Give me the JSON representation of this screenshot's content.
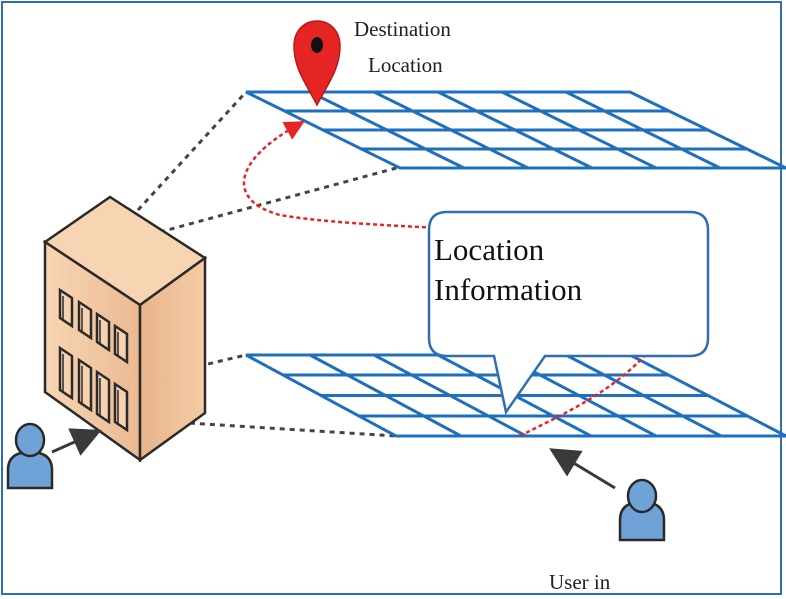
{
  "labels": {
    "destination_line1": "Destination",
    "destination_line2": "Location",
    "callout_line1": "Location",
    "callout_line2": "Information",
    "user_label": "User in"
  },
  "colors": {
    "grid": "#1f6fbf",
    "frame": "#2f6fb1",
    "pin": "#e52524",
    "path": "#e52524",
    "building": "#f3caa0",
    "person": "#6fa3d8",
    "callout_border": "#2f6fb1"
  },
  "icons": [
    "map-pin-icon",
    "building-icon",
    "person-icon"
  ]
}
